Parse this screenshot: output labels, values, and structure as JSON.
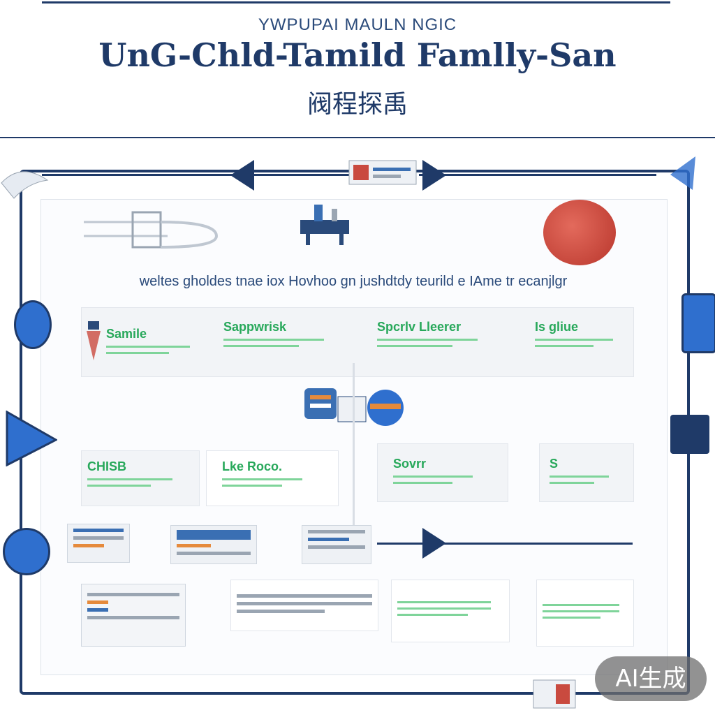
{
  "header": {
    "kicker": "YWPUPAI MAULN NGIC",
    "title": "UnG-Chld-Tamild Famlly-San",
    "subtitle_cjk": "阀程探禹"
  },
  "caption": "weltes gholdes tnae iox Hovhoo gn jushdtdy teurild e IAme tr ecanjlgr",
  "cards_top": [
    {
      "label": "Samile"
    },
    {
      "label": "Sappwrisk"
    },
    {
      "label": "Spcrlv Lleerer"
    },
    {
      "label": "Is gliue"
    }
  ],
  "cards_mid": [
    {
      "label": "CHISB"
    },
    {
      "label": "Lke Roco."
    },
    {
      "label": "Sovrr"
    },
    {
      "label": "S"
    }
  ],
  "badge": "AI生成",
  "colors": {
    "frame": "#1f3a68",
    "accent_green": "#27a85a",
    "accent_blue": "#2f6fce",
    "accent_red": "#c94a3f"
  },
  "icons": [
    "ring-icon",
    "pump-icon",
    "network-icon",
    "cloud-icon",
    "chart-icon"
  ]
}
